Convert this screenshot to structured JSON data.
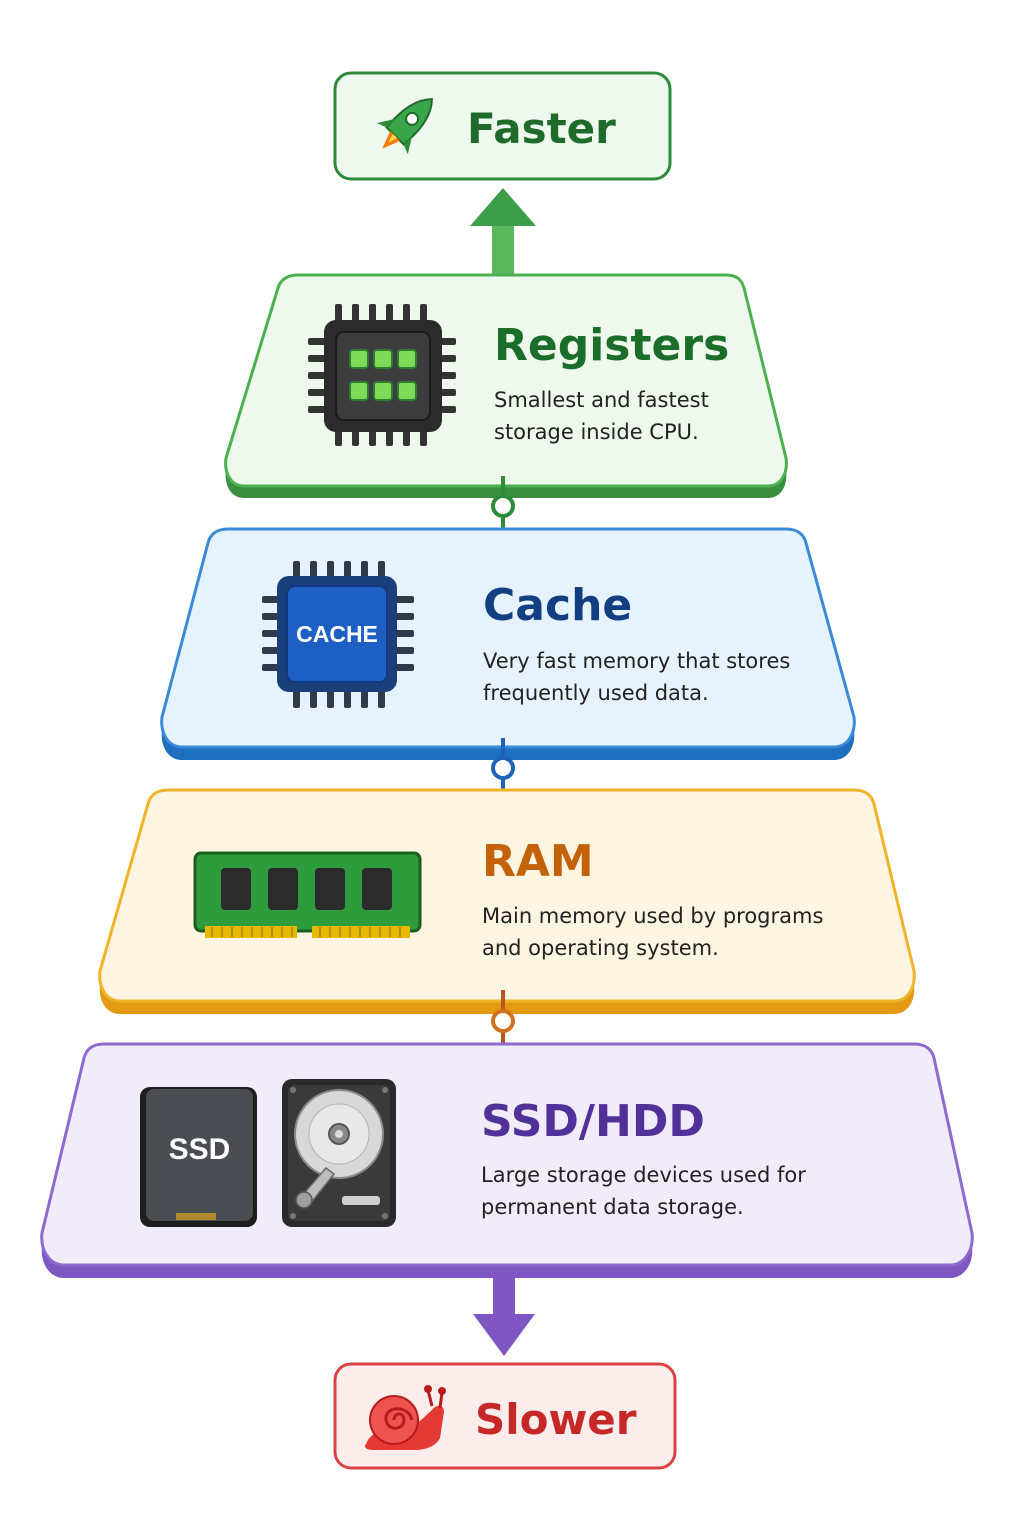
{
  "top": {
    "label": "Faster",
    "icon": "rocket-icon",
    "color": "#1f7a2e"
  },
  "bottom": {
    "label": "Slower",
    "icon": "snail-icon",
    "color": "#c62828"
  },
  "levels": [
    {
      "title": "Registers",
      "description": "Smallest and fastest storage inside CPU.",
      "icon": "cpu-chip-icon",
      "color": "#2e8b3a"
    },
    {
      "title": "Cache",
      "description": "Very fast memory that stores frequently used data.",
      "icon": "cache-chip-icon",
      "icon_text": "CACHE",
      "color": "#1565c0"
    },
    {
      "title": "RAM",
      "description": "Main memory used by programs and operating system.",
      "icon": "ram-module-icon",
      "color": "#e0820a"
    },
    {
      "title": "SSD/HDD",
      "description": "Large storage devices used for permanent data storage.",
      "icon": "ssd-icon",
      "icon_secondary": "hdd-icon",
      "icon_text": "SSD",
      "color": "#6a3fb0"
    }
  ],
  "colors": {
    "green": "#2e8b3a",
    "blue": "#1e73c8",
    "orange": "#e8a317",
    "purple": "#7e57c2",
    "red": "#d84343"
  }
}
